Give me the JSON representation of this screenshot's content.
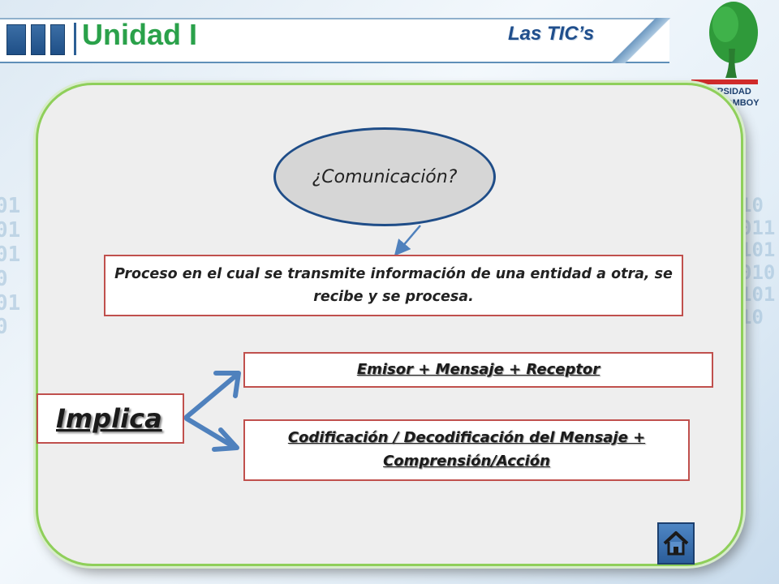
{
  "header": {
    "title": "Unidad I",
    "subtitle": "Las TIC’s",
    "logo_text": [
      "UNIVERSIDAD",
      "DEL MOMBOY"
    ]
  },
  "diagram": {
    "question": "¿Comunicación?",
    "definition": "Proceso en el cual se transmite información de una entidad a otra, se recibe y se procesa.",
    "implica_label": "Implica",
    "elements": [
      "Emisor + Mensaje + Receptor",
      "Codificación / Decodificación del Mensaje + Comprensión/Acción"
    ]
  },
  "navigation": {
    "home_icon": "home-icon"
  },
  "colors": {
    "title_green": "#2aa14a",
    "subtitle_blue": "#1f4e8c",
    "panel_border": "#8fcf5a",
    "box_border": "#c0504d",
    "arrow_blue": "#4f81bd"
  }
}
